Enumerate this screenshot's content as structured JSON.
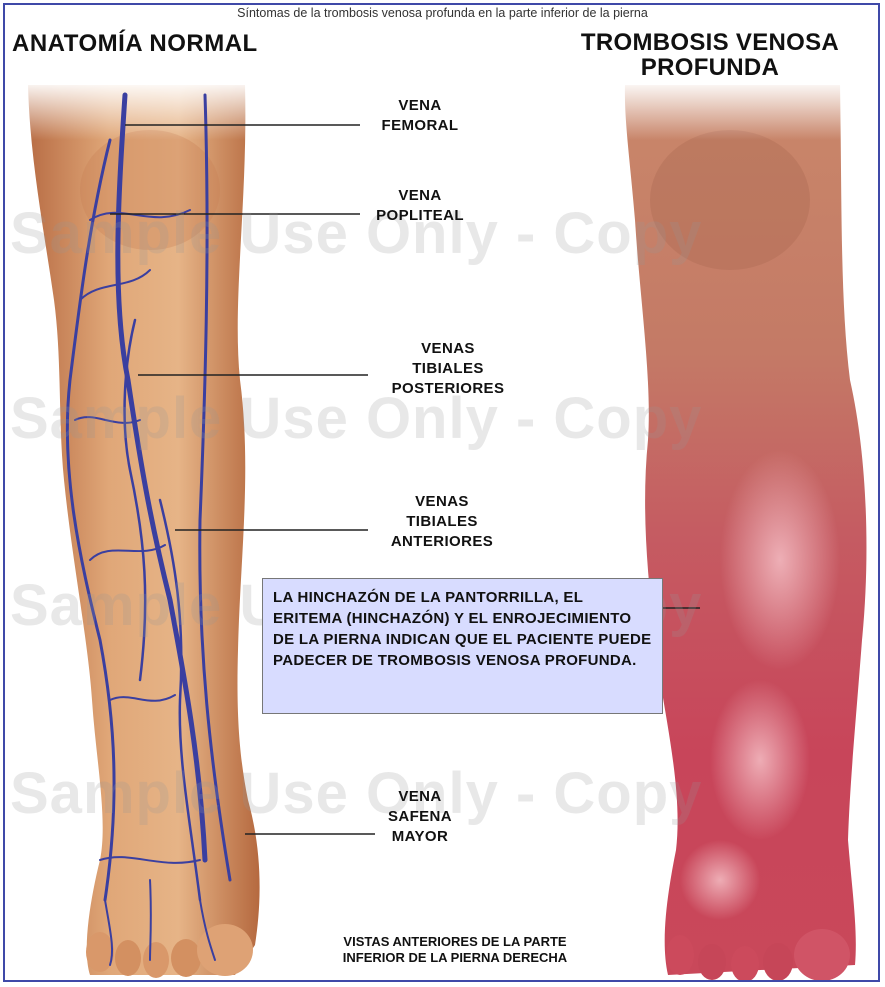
{
  "title": "Síntomas de la trombosis venosa profunda en la parte inferior de la pierna",
  "headings": {
    "left": "ANATOMÍA NORMAL",
    "right": "TROMBOSIS VENOSA\nPROFUNDA"
  },
  "labels": [
    {
      "id": "femoral",
      "text": "VENA\nFEMORAL"
    },
    {
      "id": "popliteal",
      "text": "VENA\nPOPLITEAL"
    },
    {
      "id": "tibiales-posteriores",
      "text": "VENAS\nTIBIALES\nPOSTERIORES"
    },
    {
      "id": "tibiales-anteriores",
      "text": "VENAS\nTIBIALES\nANTERIORES"
    },
    {
      "id": "safena",
      "text": "VENA\nSAFENA\nMAYOR"
    }
  ],
  "callout": "LA HINCHAZÓN DE LA PANTORRILLA, EL ERITEMA (HINCHAZÓN) Y EL ENROJECIMIENTO DE LA PIERNA INDICAN QUE EL PACIENTE PUEDE PADECER DE TROMBOSIS VENOSA PROFUNDA.",
  "footer": "VISTAS ANTERIORES DE LA PARTE\nINFERIOR DE LA PIERNA DERECHA",
  "watermark": "Sample Use Only - Copy",
  "colors": {
    "border": "#3f49a8",
    "callout_bg": "#d8dcff",
    "vein": "#3a3fa0",
    "normal_skin": "#d9986a",
    "dvt_skin": "#c85a5e"
  }
}
